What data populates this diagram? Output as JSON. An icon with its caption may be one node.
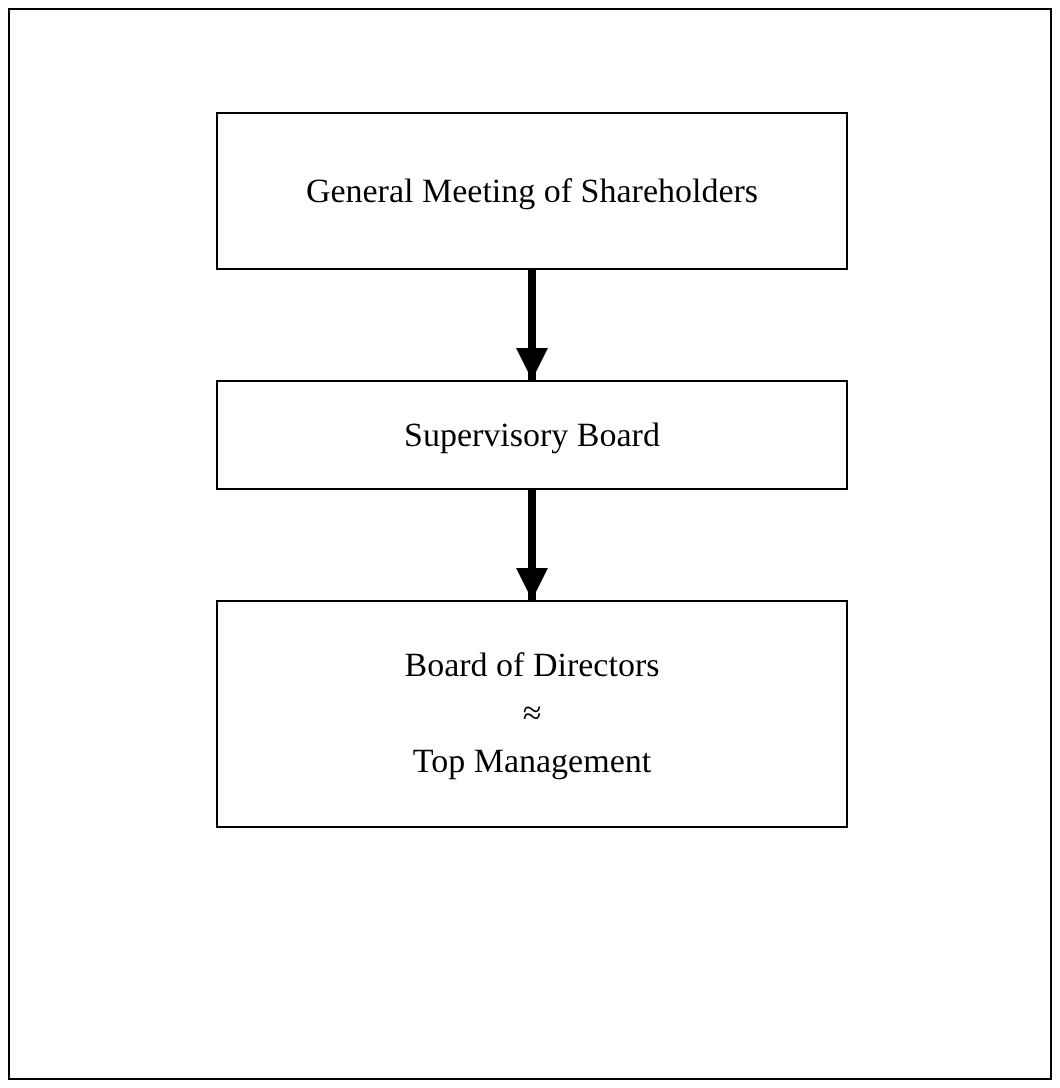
{
  "diagram": {
    "nodes": [
      {
        "text": [
          "General Meeting of Shareholders"
        ]
      },
      {
        "text": [
          "Supervisory Board"
        ]
      },
      {
        "text": [
          "Board of Directors",
          "≈",
          "Top Management"
        ]
      }
    ],
    "edges": [
      {
        "from": 0,
        "to": 1,
        "arrow": "to"
      },
      {
        "from": 1,
        "to": 2,
        "arrow": "to"
      }
    ]
  }
}
